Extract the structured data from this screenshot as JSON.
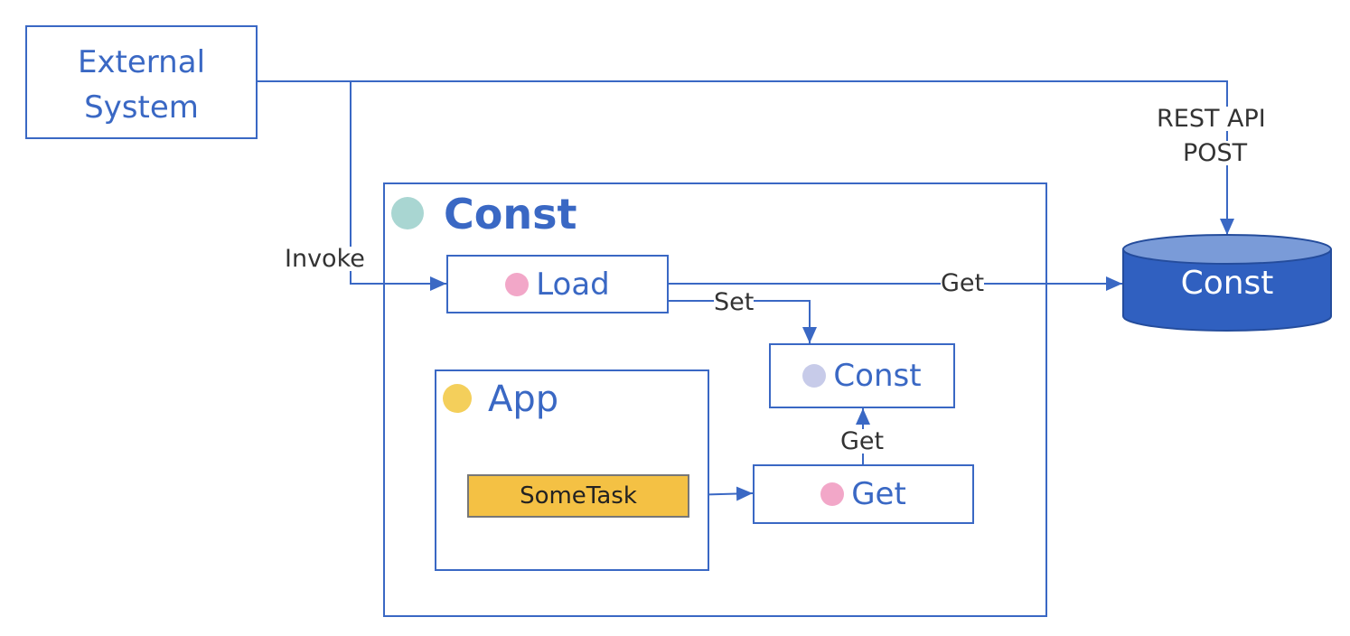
{
  "external_system": {
    "line1": "External",
    "line2": "System"
  },
  "const_container": {
    "title": "Const",
    "dot_color": "#a9d6d2"
  },
  "load_node": {
    "label": "Load",
    "dot_color": "#f2a7c8"
  },
  "const_store": {
    "label": "Const",
    "dot_color": "#c7cbe9"
  },
  "app_container": {
    "title": "App",
    "dot_color": "#f4cf5b"
  },
  "sometask": {
    "label": "SomeTask",
    "fill": "#f4c144"
  },
  "get_node": {
    "label": "Get",
    "dot_color": "#f2a7c8"
  },
  "database": {
    "label": "Const",
    "fill": "#3060c0"
  },
  "edges": {
    "invoke": "Invoke",
    "rest_api_line1": "REST API",
    "rest_api_line2": "POST",
    "get_db": "Get",
    "set": "Set",
    "get_const": "Get"
  },
  "colors": {
    "accent": "#3a68c4",
    "line": "#3a68c4"
  }
}
